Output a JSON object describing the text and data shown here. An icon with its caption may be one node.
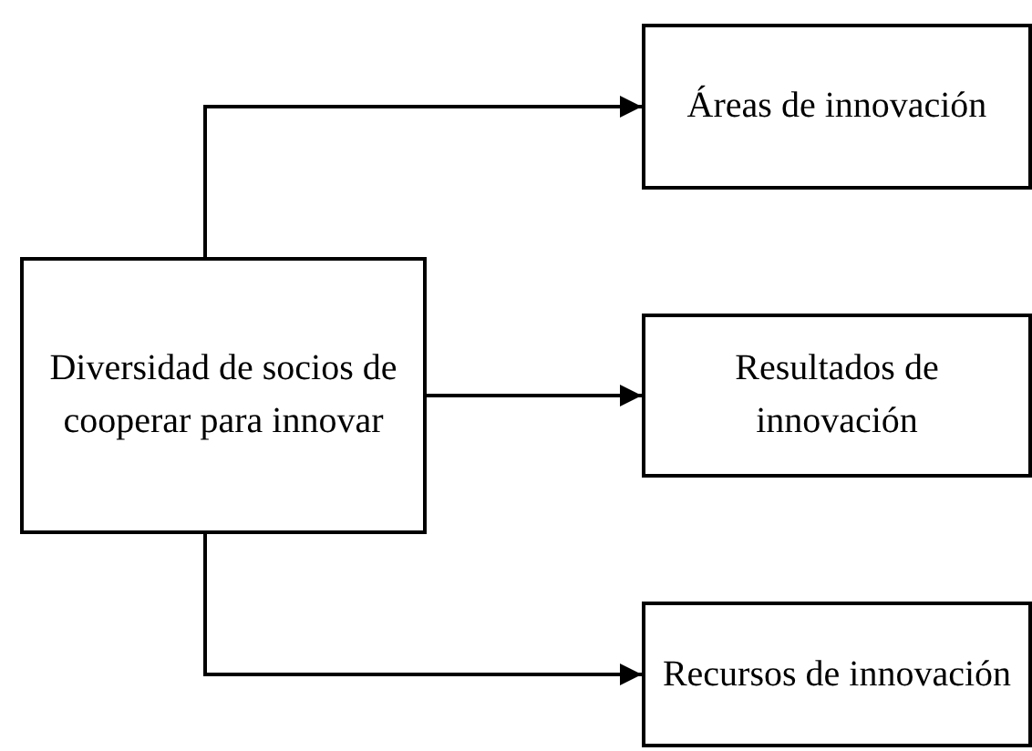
{
  "diagram": {
    "nodes": [
      {
        "text": [
          "Diversidad de socios de cooperar para innovar"
        ]
      },
      {
        "text": [
          "Áreas de innovación"
        ]
      },
      {
        "text": [
          "Resultados de innovación"
        ]
      },
      {
        "text": [
          "Recursos de innovación"
        ]
      }
    ],
    "edges": [
      {
        "from": 0,
        "to": 1,
        "arrow": "to"
      },
      {
        "from": 0,
        "to": 2,
        "arrow": "to"
      },
      {
        "from": 0,
        "to": 3,
        "arrow": "to"
      }
    ]
  }
}
